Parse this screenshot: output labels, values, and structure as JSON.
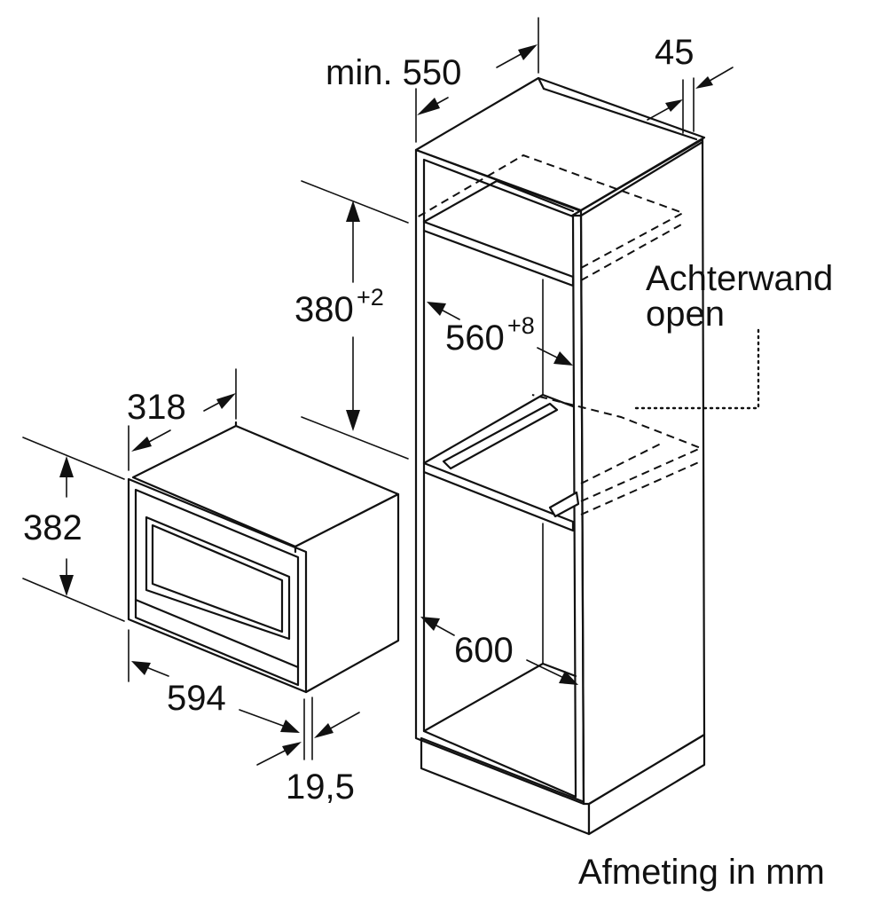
{
  "dimensions": {
    "niche_depth": "min. 550",
    "top_gap": "45",
    "niche_height_value": "380",
    "niche_height_tolerance": "+2",
    "niche_width_value": "560",
    "niche_width_tolerance": "+8",
    "cabinet_width": "600",
    "appliance_depth": "318",
    "appliance_height": "382",
    "appliance_width": "594",
    "front_thickness": "19,5"
  },
  "notes": {
    "back_wall_line1": "Achterwand",
    "back_wall_line2": "open",
    "units": "Afmeting in mm"
  }
}
